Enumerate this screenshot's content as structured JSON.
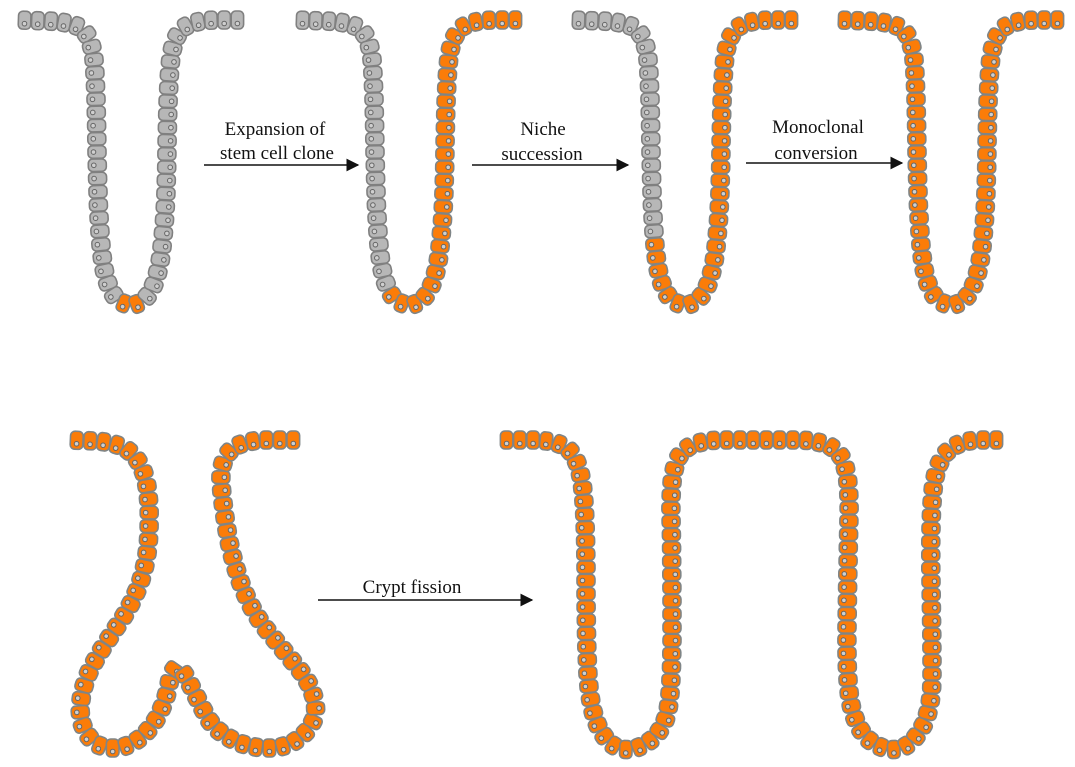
{
  "colors": {
    "wildtype_fill": "#b7b7b7",
    "wildtype_stroke": "#808080",
    "mutant_fill": "#fb7c08",
    "mutant_stroke": "#7f8587",
    "nucleus_fill": "#cfcfcf",
    "arrow": "#111111",
    "text": "#111111"
  },
  "transitions": [
    {
      "lines": [
        "Expansion of",
        "stem cell clone"
      ]
    },
    {
      "lines": [
        "Niche",
        "succession"
      ]
    },
    {
      "lines": [
        "Monoclonal",
        "conversion"
      ]
    },
    {
      "lines": [
        "Crypt fission"
      ]
    }
  ],
  "crypts": [
    {
      "stage": "single mutant stem cell",
      "mutant_fraction": 0.03
    },
    {
      "stage": "expanded clone",
      "mutant_fraction": 0.55
    },
    {
      "stage": "niche succession",
      "mutant_fraction": 0.62
    },
    {
      "stage": "monoclonal crypt",
      "mutant_fraction": 1.0
    },
    {
      "stage": "fissioning crypt",
      "mutant_fraction": 1.0
    },
    {
      "stage": "two daughter crypts",
      "mutant_fraction": 1.0
    }
  ]
}
